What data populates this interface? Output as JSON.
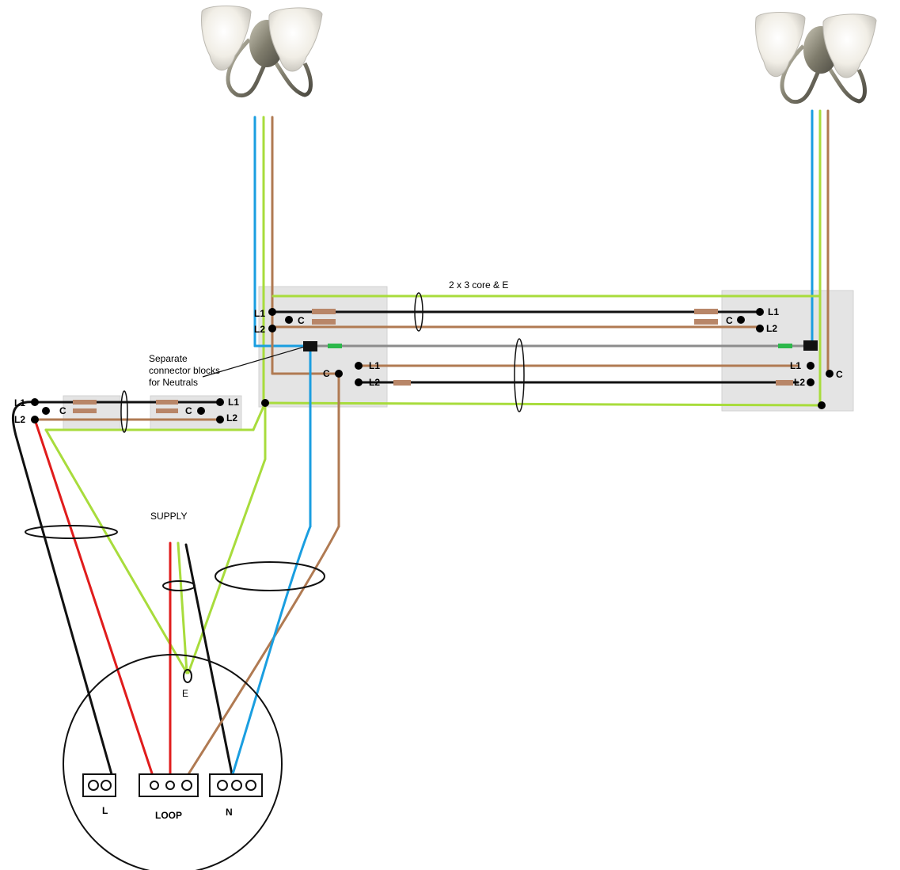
{
  "colors": {
    "brown": "#b07a52",
    "blue": "#1a9ee0",
    "green_yellow": "#a8dc3c",
    "red": "#e01c1c",
    "black": "#111111",
    "grey": "#8c8c8c",
    "sleeve": "#b88668",
    "neutral_connector": "#2cb84a"
  },
  "labels": {
    "cable_run": "2 x 3 core & E",
    "note_line1": "Separate",
    "note_line2": "connector blocks",
    "note_line3": "for Neutrals",
    "supply": "SUPPLY",
    "earth": "E",
    "loop": "LOOP",
    "live": "L",
    "neutral": "N"
  },
  "switch_left": {
    "l1": "L1",
    "l2": "L2",
    "c": "C"
  },
  "switch_main": {
    "l1": "L1",
    "l2": "L2",
    "c": "C",
    "l1b": "L1",
    "l2b": "L2",
    "cb": "C"
  },
  "switch_right": {
    "l1": "L1",
    "l2": "L2",
    "c": "C",
    "l1b": "L1",
    "l2b": "L2",
    "cb": "C"
  },
  "icons": {
    "lamp_left": "wall-light-icon",
    "lamp_right": "wall-light-icon"
  }
}
